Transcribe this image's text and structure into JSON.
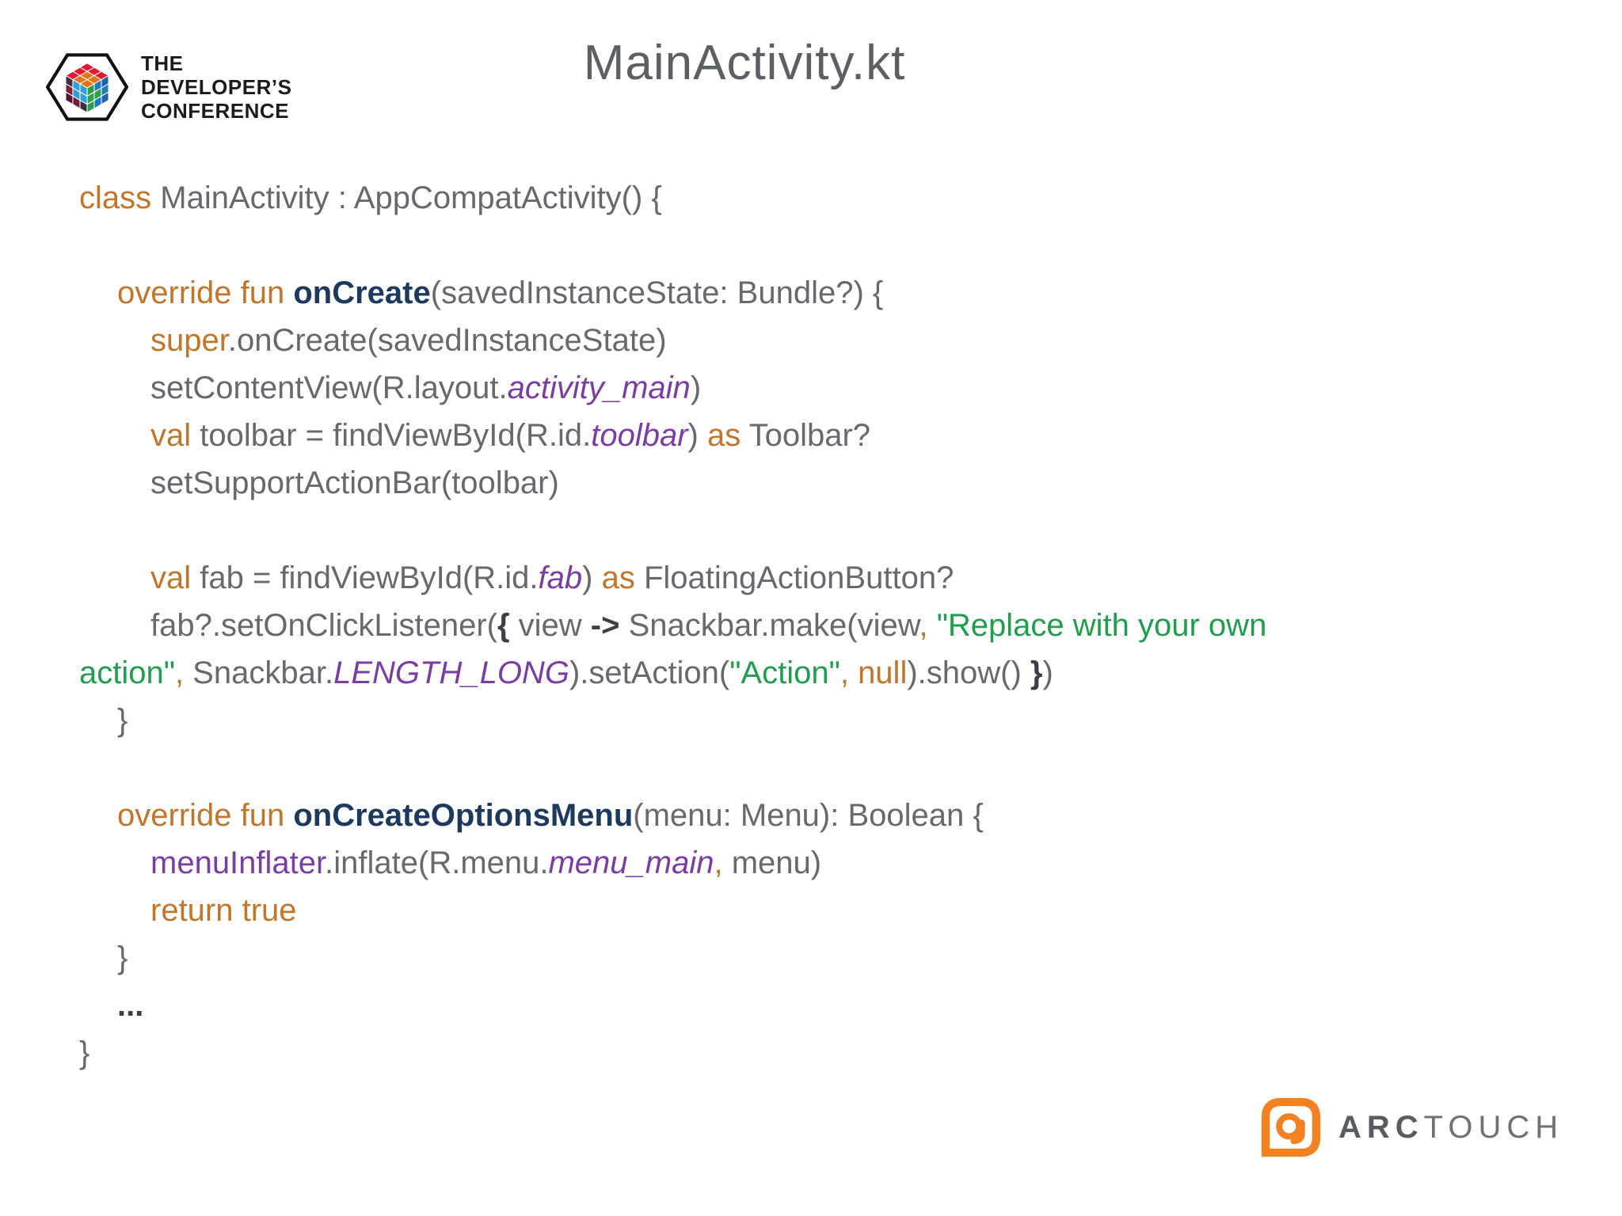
{
  "slide": {
    "title": "MainActivity.kt"
  },
  "tdc_logo": {
    "line1": "THE",
    "line2": "DEVELOPER’S",
    "line3": "CONFERENCE",
    "cube": {
      "top": [
        "#e4182f",
        "#e4182f",
        "#e4182f",
        "#e4182f",
        "#e87111",
        "#e87111",
        "#e4182f",
        "#e87111",
        "#e87111"
      ],
      "right": [
        "#2ea04b",
        "#1e79bd",
        "#1e63ad",
        "#2ea04b",
        "#2ea04b",
        "#1e79bd",
        "#2ea04b",
        "#1e79bd",
        "#1e63ad"
      ],
      "left": [
        "#432c44",
        "#2f9fd9",
        "#2f9fd9",
        "#7a1f3d",
        "#2f9fd9",
        "#2f9fd9",
        "#57172e",
        "#6b1f3d",
        "#3d2b45"
      ]
    }
  },
  "arctouch_logo": {
    "brand_bold": "ARC",
    "brand_light": "TOUCH",
    "mark_color": "#f48120"
  },
  "colors": {
    "kw": "#c1762b",
    "fn": "#1d3a5e",
    "code": "#66696e",
    "field": "#7b3ca3",
    "prop": "#7b3ca3",
    "str": "#1f9e4d",
    "brace": "#3c4046",
    "title": "#5c6064"
  },
  "code": {
    "lines": [
      {
        "indent": 0,
        "tokens": [
          {
            "t": "class",
            "c": "kw"
          },
          {
            "t": " MainActivity : AppCompatActivity() {",
            "c": "code"
          }
        ]
      },
      {
        "indent": 0,
        "tokens": []
      },
      {
        "indent": 1,
        "tokens": [
          {
            "t": "override fun",
            "c": "kw"
          },
          {
            "t": " ",
            "c": "code"
          },
          {
            "t": "onCreate",
            "c": "fn"
          },
          {
            "t": "(savedInstanceState: Bundle?) {",
            "c": "code"
          }
        ]
      },
      {
        "indent": 2,
        "tokens": [
          {
            "t": "super",
            "c": "kw"
          },
          {
            "t": ".onCreate(savedInstanceState)",
            "c": "code"
          }
        ]
      },
      {
        "indent": 2,
        "tokens": [
          {
            "t": "setContentView(R.layout.",
            "c": "code"
          },
          {
            "t": "activity_main",
            "c": "field"
          },
          {
            "t": ")",
            "c": "code"
          }
        ]
      },
      {
        "indent": 2,
        "tokens": [
          {
            "t": "val",
            "c": "kw"
          },
          {
            "t": " toolbar = findViewById(R.id.",
            "c": "code"
          },
          {
            "t": "toolbar",
            "c": "field"
          },
          {
            "t": ") ",
            "c": "code"
          },
          {
            "t": "as",
            "c": "kw"
          },
          {
            "t": " Toolbar?",
            "c": "code"
          }
        ]
      },
      {
        "indent": 2,
        "tokens": [
          {
            "t": "setSupportActionBar(toolbar)",
            "c": "code"
          }
        ]
      },
      {
        "indent": 0,
        "tokens": []
      },
      {
        "indent": 2,
        "tokens": [
          {
            "t": "val",
            "c": "kw"
          },
          {
            "t": " fab = findViewById(R.id.",
            "c": "code"
          },
          {
            "t": "fab",
            "c": "field"
          },
          {
            "t": ") ",
            "c": "code"
          },
          {
            "t": "as",
            "c": "kw"
          },
          {
            "t": " FloatingActionButton?",
            "c": "code"
          }
        ]
      },
      {
        "indent": 2,
        "tokens": [
          {
            "t": "fab?.setOnClickListener(",
            "c": "code"
          },
          {
            "t": "{",
            "c": "brace"
          },
          {
            "t": " view ",
            "c": "code"
          },
          {
            "t": "->",
            "c": "brace"
          },
          {
            "t": " Snackbar.make(view",
            "c": "code"
          },
          {
            "t": ",",
            "c": "kw"
          },
          {
            "t": " ",
            "c": "code"
          },
          {
            "t": "\"Replace with your own",
            "c": "str"
          }
        ]
      },
      {
        "indent": 0,
        "tokens": [
          {
            "t": "action\"",
            "c": "str"
          },
          {
            "t": ",",
            "c": "kw"
          },
          {
            "t": " Snackbar.",
            "c": "code"
          },
          {
            "t": "LENGTH_LONG",
            "c": "field"
          },
          {
            "t": ").setAction(",
            "c": "code"
          },
          {
            "t": "\"Action\"",
            "c": "str"
          },
          {
            "t": ",",
            "c": "kw"
          },
          {
            "t": " ",
            "c": "code"
          },
          {
            "t": "null",
            "c": "kw"
          },
          {
            "t": ").show() ",
            "c": "code"
          },
          {
            "t": "}",
            "c": "brace"
          },
          {
            "t": ")",
            "c": "code"
          }
        ]
      },
      {
        "indent": 1,
        "tokens": [
          {
            "t": "}",
            "c": "code"
          }
        ]
      },
      {
        "indent": 0,
        "tokens": []
      },
      {
        "indent": 1,
        "tokens": [
          {
            "t": "override fun",
            "c": "kw"
          },
          {
            "t": " ",
            "c": "code"
          },
          {
            "t": "onCreateOptionsMenu",
            "c": "fn"
          },
          {
            "t": "(menu: Menu): Boolean {",
            "c": "code"
          }
        ]
      },
      {
        "indent": 2,
        "tokens": [
          {
            "t": "menuInflater",
            "c": "prop"
          },
          {
            "t": ".inflate(R.menu.",
            "c": "code"
          },
          {
            "t": "menu_main",
            "c": "field"
          },
          {
            "t": ",",
            "c": "kw"
          },
          {
            "t": " menu)",
            "c": "code"
          }
        ]
      },
      {
        "indent": 2,
        "tokens": [
          {
            "t": "return true",
            "c": "kw"
          }
        ]
      },
      {
        "indent": 1,
        "tokens": [
          {
            "t": "}",
            "c": "code"
          }
        ]
      },
      {
        "indent": 1,
        "tokens": [
          {
            "t": "...",
            "c": "brace"
          }
        ]
      },
      {
        "indent": 0,
        "tokens": [
          {
            "t": "}",
            "c": "code"
          }
        ]
      }
    ]
  }
}
